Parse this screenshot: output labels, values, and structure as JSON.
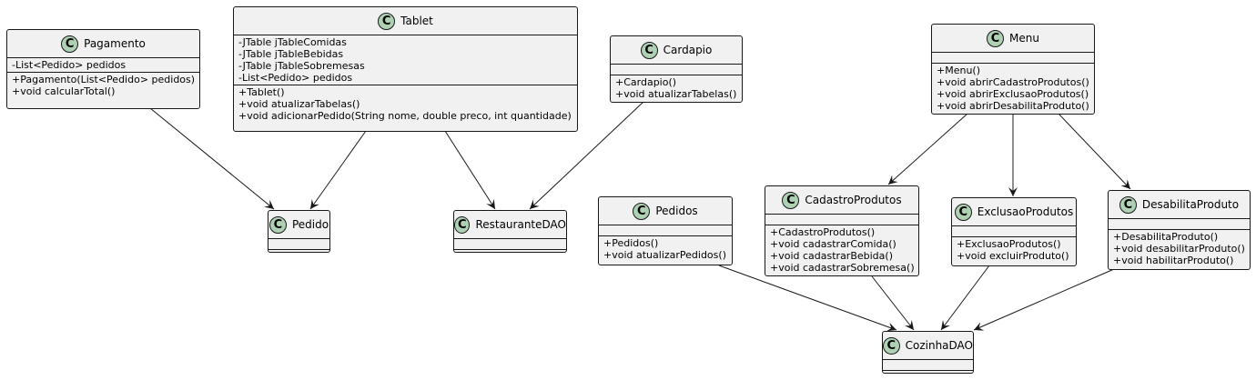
{
  "diagram": {
    "class_icon": "C",
    "classes": {
      "pagamento": {
        "name": "Pagamento",
        "fields": [
          "-List<Pedido> pedidos"
        ],
        "methods": [
          "+Pagamento(List<Pedido> pedidos)",
          "+void calcularTotal()"
        ]
      },
      "tablet": {
        "name": "Tablet",
        "fields": [
          "-JTable jTableComidas",
          "-JTable jTableBebidas",
          "-JTable jTableSobremesas",
          "-List<Pedido> pedidos"
        ],
        "methods": [
          "+Tablet()",
          "+void atualizarTabelas()",
          "+void adicionarPedido(String nome, double preco, int quantidade)"
        ]
      },
      "cardapio": {
        "name": "Cardapio",
        "fields": [],
        "methods": [
          "+Cardapio()",
          "+void atualizarTabelas()"
        ]
      },
      "menu": {
        "name": "Menu",
        "fields": [],
        "methods": [
          "+Menu()",
          "+void abrirCadastroProdutos()",
          "+void abrirExclusaoProdutos()",
          "+void abrirDesabilitaProduto()"
        ]
      },
      "pedido": {
        "name": "Pedido",
        "fields": [],
        "methods": []
      },
      "restauranteDAO": {
        "name": "RestauranteDAO",
        "fields": [],
        "methods": []
      },
      "pedidos": {
        "name": "Pedidos",
        "fields": [],
        "methods": [
          "+Pedidos()",
          "+void atualizarPedidos()"
        ]
      },
      "cadastroProdutos": {
        "name": "CadastroProdutos",
        "fields": [],
        "methods": [
          "+CadastroProdutos()",
          "+void cadastrarComida()",
          "+void cadastrarBebida()",
          "+void cadastrarSobremesa()"
        ]
      },
      "exclusaoProdutos": {
        "name": "ExclusaoProdutos",
        "fields": [],
        "methods": [
          "+ExclusaoProdutos()",
          "+void excluirProduto()"
        ]
      },
      "desabilitaProduto": {
        "name": "DesabilitaProduto",
        "fields": [],
        "methods": [
          "+DesabilitaProduto()",
          "+void desabilitarProduto()",
          "+void habilitarProduto()"
        ]
      },
      "cozinhaDAO": {
        "name": "CozinhaDAO",
        "fields": [],
        "methods": []
      }
    },
    "relations": [
      {
        "from": "pagamento",
        "to": "pedido"
      },
      {
        "from": "tablet",
        "to": "pedido"
      },
      {
        "from": "tablet",
        "to": "restauranteDAO"
      },
      {
        "from": "cardapio",
        "to": "restauranteDAO"
      },
      {
        "from": "menu",
        "to": "cadastroProdutos"
      },
      {
        "from": "menu",
        "to": "exclusaoProdutos"
      },
      {
        "from": "menu",
        "to": "desabilitaProduto"
      },
      {
        "from": "pedidos",
        "to": "cozinhaDAO"
      },
      {
        "from": "cadastroProdutos",
        "to": "cozinhaDAO"
      },
      {
        "from": "exclusaoProdutos",
        "to": "cozinhaDAO"
      },
      {
        "from": "desabilitaProduto",
        "to": "cozinhaDAO"
      }
    ]
  }
}
